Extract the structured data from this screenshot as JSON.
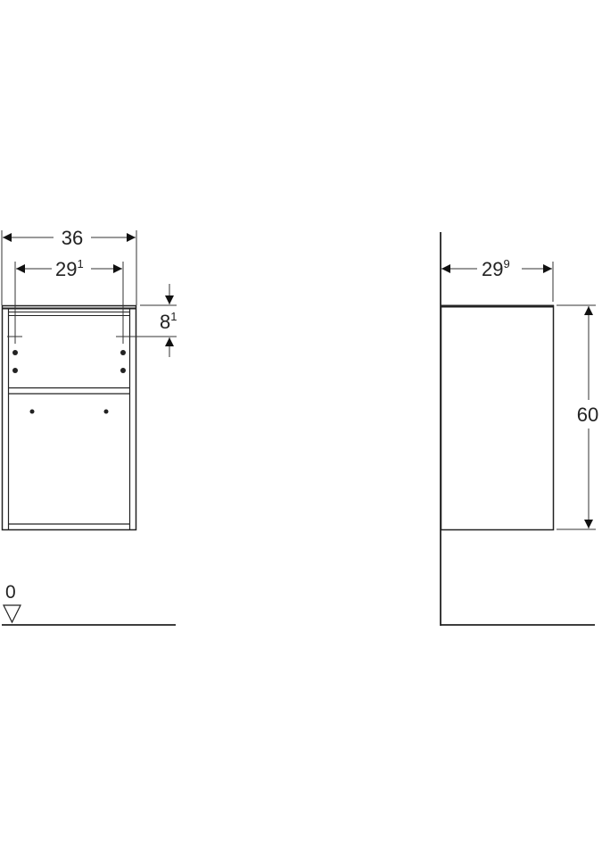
{
  "front_view": {
    "overall_width": {
      "main": "36",
      "sup": ""
    },
    "inner_width": {
      "main": "29",
      "sup": "1"
    },
    "hole_offset": {
      "main": "8",
      "sup": "1"
    },
    "floor_level": "0"
  },
  "side_view": {
    "depth": {
      "main": "29",
      "sup": "9"
    },
    "height": {
      "main": "60",
      "sup": ""
    }
  },
  "colors": {
    "line": "#222222",
    "background": "#ffffff"
  }
}
